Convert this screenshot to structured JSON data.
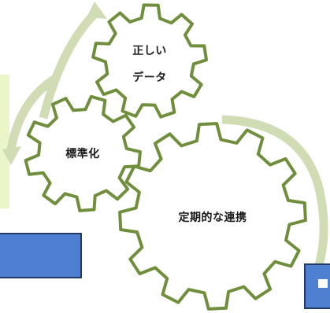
{
  "gears": {
    "top": {
      "line1": "正しい",
      "line2": "データ"
    },
    "left": {
      "label": "標準化"
    },
    "big": {
      "label": "定期的な連携"
    }
  },
  "colors": {
    "gear_stroke": "#6f8f3c",
    "gear_fill": "#ffffff",
    "cycle_arrow": "#cfdcb4",
    "box_fill": "#4f7fd1",
    "box_stroke": "#213a66",
    "left_bar": "#eaf5c8"
  }
}
